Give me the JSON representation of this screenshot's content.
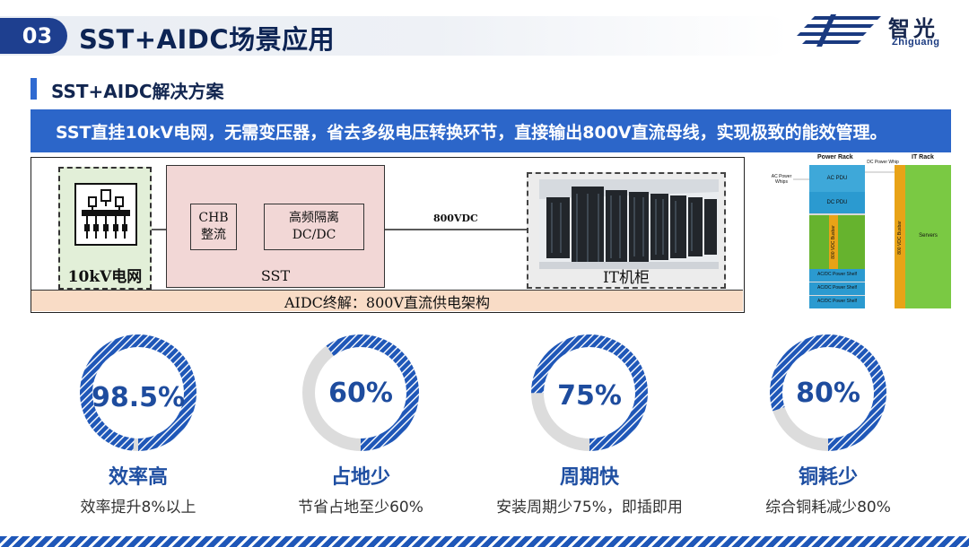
{
  "header": {
    "section_number": "03",
    "title": "SST+AIDC场景应用",
    "logo_text": "智光",
    "logo_sub": "Zhiguang"
  },
  "section": {
    "title": "SST+AIDC解决方案"
  },
  "banner": {
    "text": "SST直挂10kV电网，无需变压器，省去多级电压转换环节，直接输出800V直流母线，实现极致的能效管理。"
  },
  "diagram": {
    "grid_label": "10kV电网",
    "sst_label": "SST",
    "chb_line1": "CHB",
    "chb_line2": "整流",
    "dc_line1": "高频隔离",
    "dc_line2": "DC/DC",
    "link_label": "800VDC",
    "it_label": "IT机柜",
    "footer_text": "AIDC终解：800V直流供电架构"
  },
  "rack": {
    "power_rack": "Power Rack",
    "it_rack": "IT Rack",
    "ac_power_whips": "AC Power Whips",
    "dc_power_whip": "DC Power Whip",
    "ac_pdu": "AC PDU",
    "dc_pdu": "DC PDU",
    "busbar": "800 VDC Busbar",
    "shelf": "AC/DC Power Shelf",
    "servers": "Servers"
  },
  "metrics": [
    {
      "value": "98.5%",
      "percent": 98.5,
      "name": "效率高",
      "desc": "效率提升8%以上"
    },
    {
      "value": "60%",
      "percent": 60,
      "name": "占地少",
      "desc": "节省占地至少60%"
    },
    {
      "value": "75%",
      "percent": 75,
      "name": "周期快",
      "desc": "安装周期少75%，即插即用"
    },
    {
      "value": "80%",
      "percent": 80,
      "name": "铜耗少",
      "desc": "综合铜耗减少80%"
    }
  ],
  "colors": {
    "primary": "#1f57b8",
    "banner": "#2c66c9",
    "ring_track": "#dcdcdc",
    "grid_fill": "#e2efd8",
    "sst_fill": "#f2d7d6",
    "aidc_fill": "#f9dcc6"
  }
}
